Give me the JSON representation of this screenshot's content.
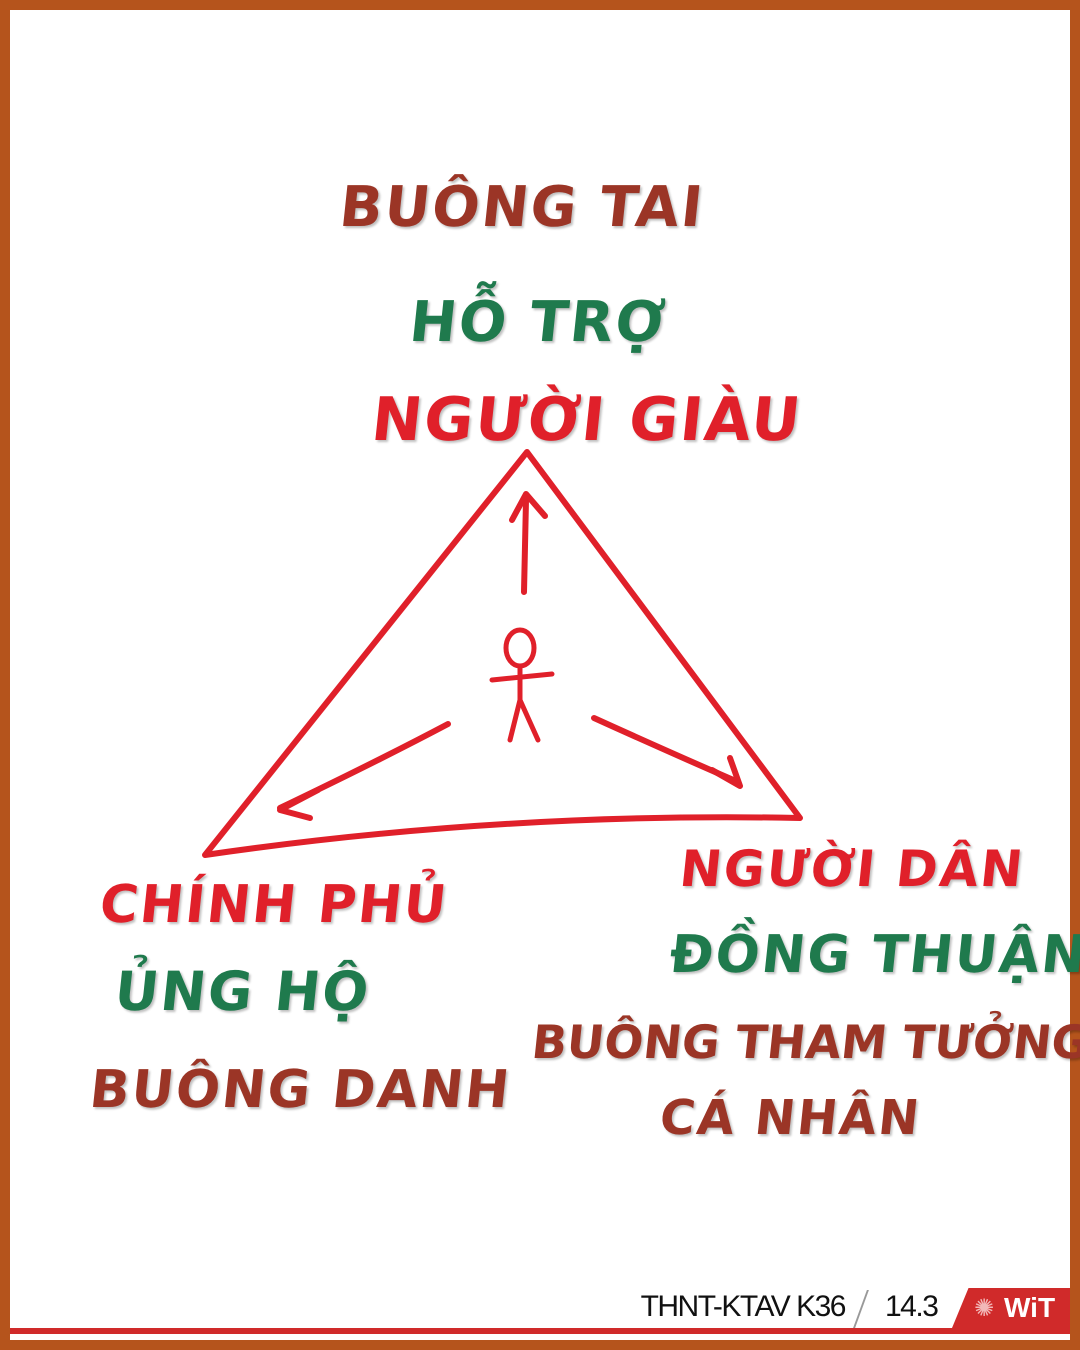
{
  "top": {
    "line1": "BUÔNG TAI",
    "line2": "HỖ TRỢ",
    "line3": "NGƯỜI GIÀU"
  },
  "left": {
    "line1": "CHÍNH PHỦ",
    "line2": "ỦNG HỘ",
    "line3": "BUÔNG DANH"
  },
  "right": {
    "line1": "NGƯỜI DÂN",
    "line2": "ĐỒNG THUẬN",
    "line3": "BUÔNG THAM TƯỞNG",
    "line4": "CÁ NHÂN"
  },
  "footer": {
    "course": "THNT-KTAV K36",
    "page": "14.3",
    "logo_text": "WiT",
    "logo_icon": "gear-icon"
  },
  "colors": {
    "frame": "#b5541c",
    "red": "#e0202a",
    "green": "#1f7a4d",
    "brown": "#9b3526",
    "footer_red": "#d02a2a"
  }
}
